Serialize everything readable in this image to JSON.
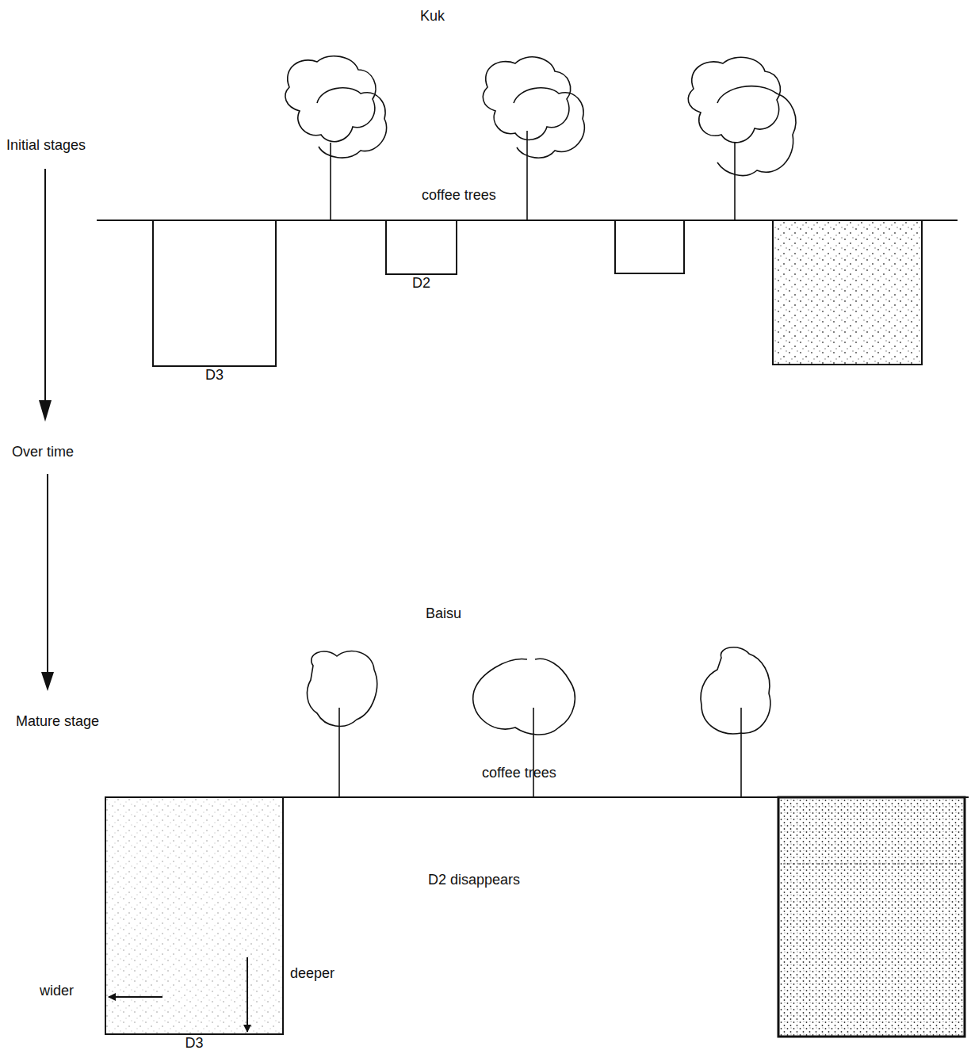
{
  "diagram": {
    "nodes": [
      {
        "text": [
          "D3"
        ]
      },
      {
        "text": [
          "D2"
        ]
      },
      {
        "text": [
          "D3"
        ]
      }
    ],
    "labels": [
      "Kuk",
      "Initial stages",
      "coffee trees",
      "Over time",
      "Baisu",
      "Mature stage",
      "coffee trees",
      "D2 disappears",
      "deeper",
      "wider"
    ]
  }
}
